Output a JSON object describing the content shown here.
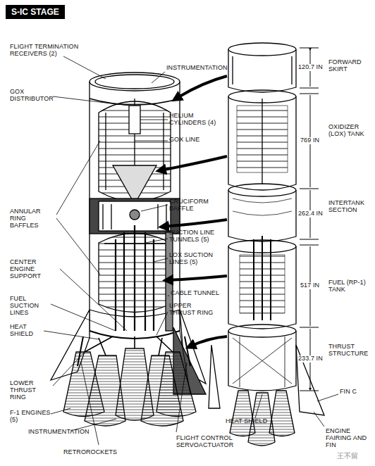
{
  "diagram": {
    "title": "S-IC STAGE",
    "labels": [
      "FLIGHT TERMINATION RECEIVERS (2)",
      "INSTRUMENTATION",
      "GOX DISTRIBUTOR",
      "HELIUM CYLINDERS (4)",
      "GOX LINE",
      "CRUCIFORM BAFFLE",
      "ANNULAR RING BAFFLES",
      "SUCTION LINE TUNNELS (5)",
      "LOX SUCTION LINES (5)",
      "CENTER ENGINE SUPPORT",
      "CABLE TUNNEL",
      "UPPER THRUST RING",
      "FUEL SUCTION LINES",
      "HEAT SHIELD",
      "LOWER THRUST RING",
      "F-1 ENGINES (5)",
      "INSTRUMENTATION",
      "RETROROCKETS",
      "FLIGHT CONTROL SERVOACTUATOR",
      "120.7 IN",
      "FORWARD SKIRT",
      "769 IN",
      "OXIDIZER (LOX) TANK",
      "262.4 IN",
      "INTERTANK SECTION",
      "517 IN",
      "FUEL (RP-1) TANK",
      "233.7 IN",
      "THRUST STRUCTURE",
      "FIN C",
      "HEAT SHIELD",
      "ENGINE FAIRING AND FIN",
      "王不留"
    ]
  }
}
